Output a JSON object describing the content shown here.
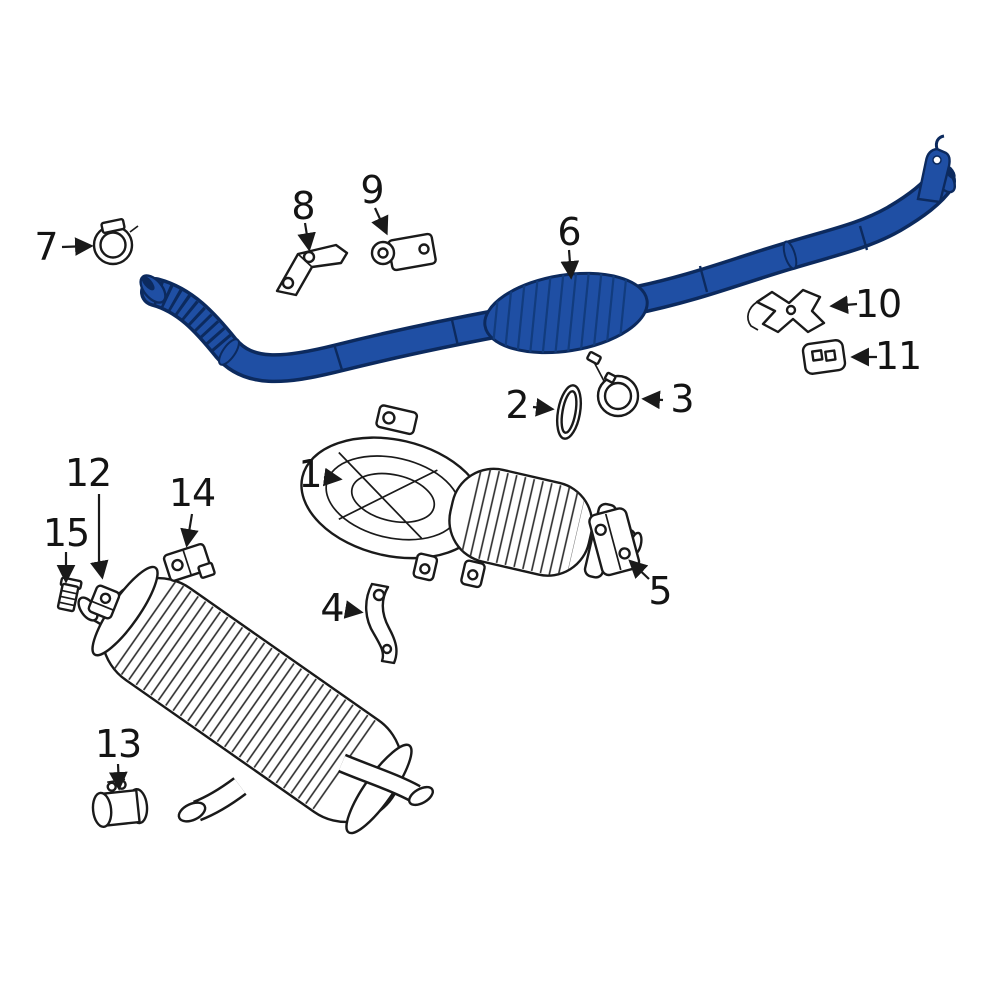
{
  "diagram": {
    "highlight_color": "#1f4fa4",
    "highlight_dark": "#0c2a5e",
    "line_color": "#1a1a1a",
    "background_color": "#ffffff",
    "callouts": [
      {
        "num": "1"
      },
      {
        "num": "2"
      },
      {
        "num": "3"
      },
      {
        "num": "4"
      },
      {
        "num": "5"
      },
      {
        "num": "6"
      },
      {
        "num": "7"
      },
      {
        "num": "8"
      },
      {
        "num": "9"
      },
      {
        "num": "10"
      },
      {
        "num": "11"
      },
      {
        "num": "12"
      },
      {
        "num": "13"
      },
      {
        "num": "14"
      },
      {
        "num": "15"
      }
    ]
  }
}
